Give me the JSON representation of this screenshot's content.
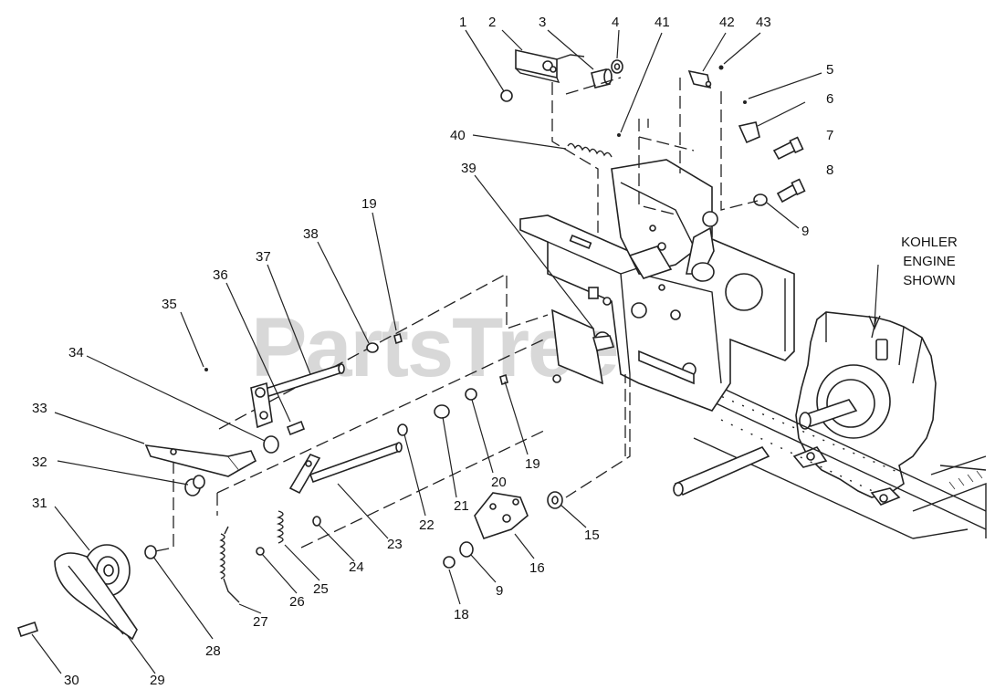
{
  "watermark": "PartsTree",
  "engine_note": {
    "lines": [
      "KOHLER",
      "ENGINE",
      "SHOWN"
    ]
  },
  "callouts": [
    {
      "number": "1"
    },
    {
      "number": "2"
    },
    {
      "number": "3"
    },
    {
      "number": "4"
    },
    {
      "number": "41"
    },
    {
      "number": "42"
    },
    {
      "number": "43"
    },
    {
      "number": "5"
    },
    {
      "number": "6"
    },
    {
      "number": "7"
    },
    {
      "number": "8"
    },
    {
      "number": "9"
    },
    {
      "number": "40"
    },
    {
      "number": "39"
    },
    {
      "number": "19"
    },
    {
      "number": "38"
    },
    {
      "number": "37"
    },
    {
      "number": "36"
    },
    {
      "number": "35"
    },
    {
      "number": "34"
    },
    {
      "number": "33"
    },
    {
      "number": "32"
    },
    {
      "number": "31"
    },
    {
      "number": "28"
    },
    {
      "number": "30"
    },
    {
      "number": "29"
    },
    {
      "number": "27"
    },
    {
      "number": "26"
    },
    {
      "number": "25"
    },
    {
      "number": "24"
    },
    {
      "number": "23"
    },
    {
      "number": "22"
    },
    {
      "number": "21"
    },
    {
      "number": "20"
    },
    {
      "number": "19"
    },
    {
      "number": "15"
    },
    {
      "number": "16"
    },
    {
      "number": "9"
    },
    {
      "number": "18"
    }
  ]
}
